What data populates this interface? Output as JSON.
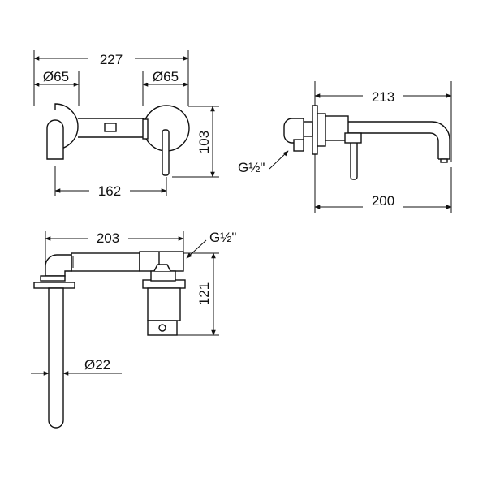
{
  "front_view": {
    "overall_width": "227",
    "left_diameter": "Ø65",
    "right_diameter": "Ø65",
    "height": "103",
    "center_distance": "162"
  },
  "side_view": {
    "total_length": "213",
    "spout_length": "200",
    "thread": "G½\""
  },
  "top_view": {
    "length": "203",
    "thread": "G½\"",
    "depth": "121",
    "spout_diameter": "Ø22"
  }
}
